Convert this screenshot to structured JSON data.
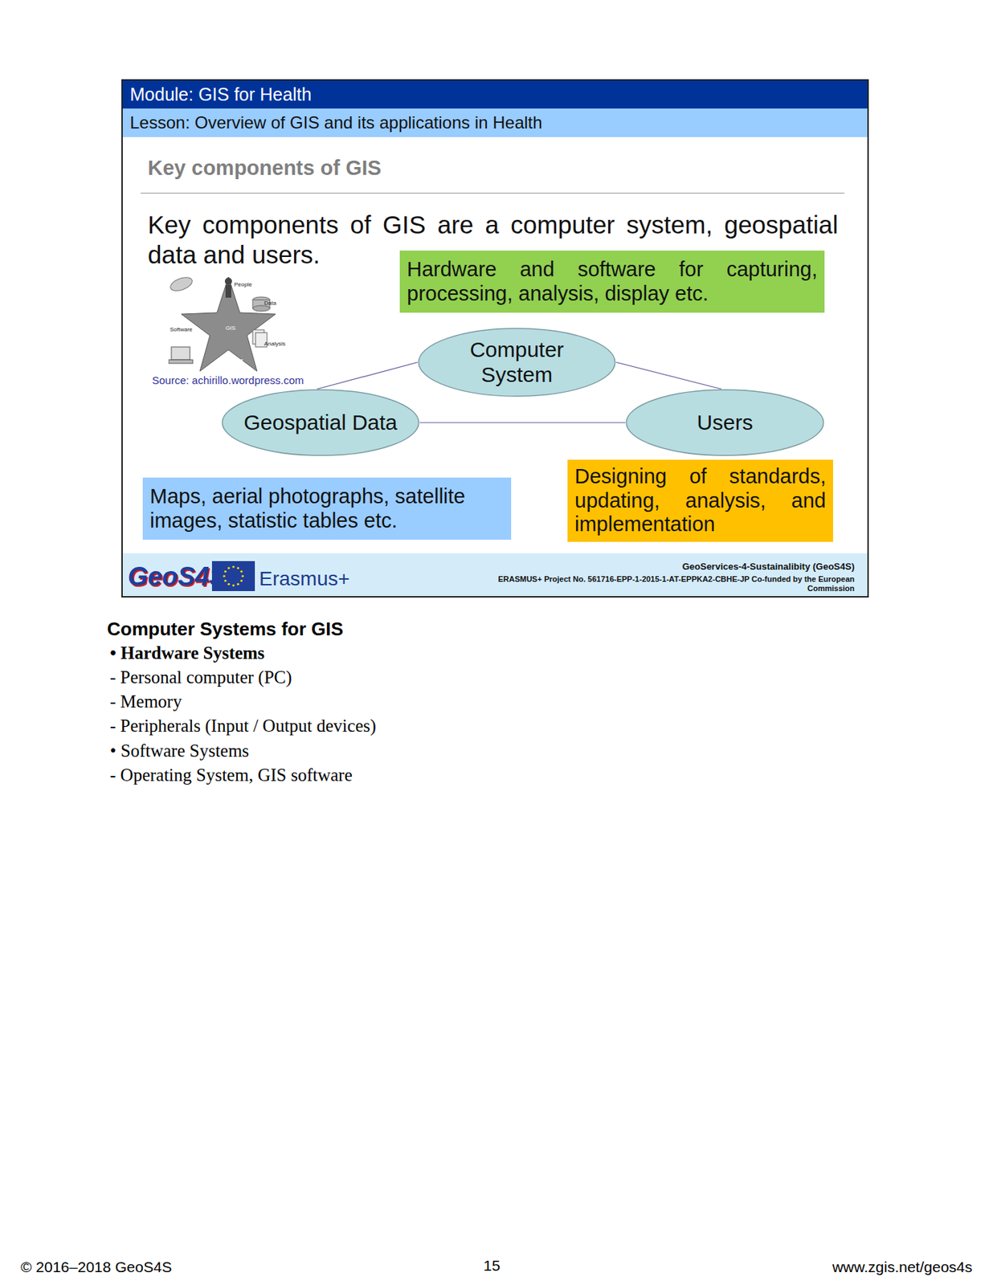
{
  "diagram": {
    "title": "Key components of GIS",
    "nodes": [
      {
        "text": [
          "Module: GIS for Health"
        ]
      },
      {
        "text": [
          "Lesson: Overview of GIS and its applications in Health"
        ]
      },
      {
        "text": [
          "Hardware and software for capturing, processing, analysis, display etc."
        ]
      },
      {
        "text": [
          "Computer System"
        ]
      },
      {
        "text": [
          "Geospatial Data"
        ]
      },
      {
        "text": [
          "Users"
        ]
      },
      {
        "text": [
          "Maps, aerial photographs, satellite images, statistic tables etc."
        ]
      },
      {
        "text": [
          "Designing of standards, updating, analysis, and implementation"
        ]
      },
      {
        "text": [
          "GeoServices-4-Sustainalibity (GeoS4S)",
          "ERASMUS+ Project No. 561716-EPP-1-2015-1-AT-EPPKA2-CBHE-JP Co-funded by the European Commission"
        ]
      }
    ],
    "edges": [
      {
        "from": 4,
        "to": 3,
        "arrow": "none"
      },
      {
        "from": 3,
        "to": 5,
        "arrow": "none"
      },
      {
        "from": 4,
        "to": 5,
        "arrow": "none"
      }
    ],
    "labels": [
      "Key components of GIS are a computer system, geospatial data and users.",
      "People",
      "Data",
      "Software",
      "GIS",
      "Analysis",
      "Hardware",
      "Source: achirillo.wordpress.com",
      "GeoS4S",
      "Erasmus+",
      "Computer Systems for GIS",
      "• Hardware Systems",
      "- Personal computer (PC)",
      "- Memory",
      "- Peripherals (Input / Output devices)",
      "• Software Systems",
      "- Operating System, GIS software",
      "© 2016–2018 GeoS4S",
      "15",
      "www.zgis.net/geos4s"
    ]
  }
}
